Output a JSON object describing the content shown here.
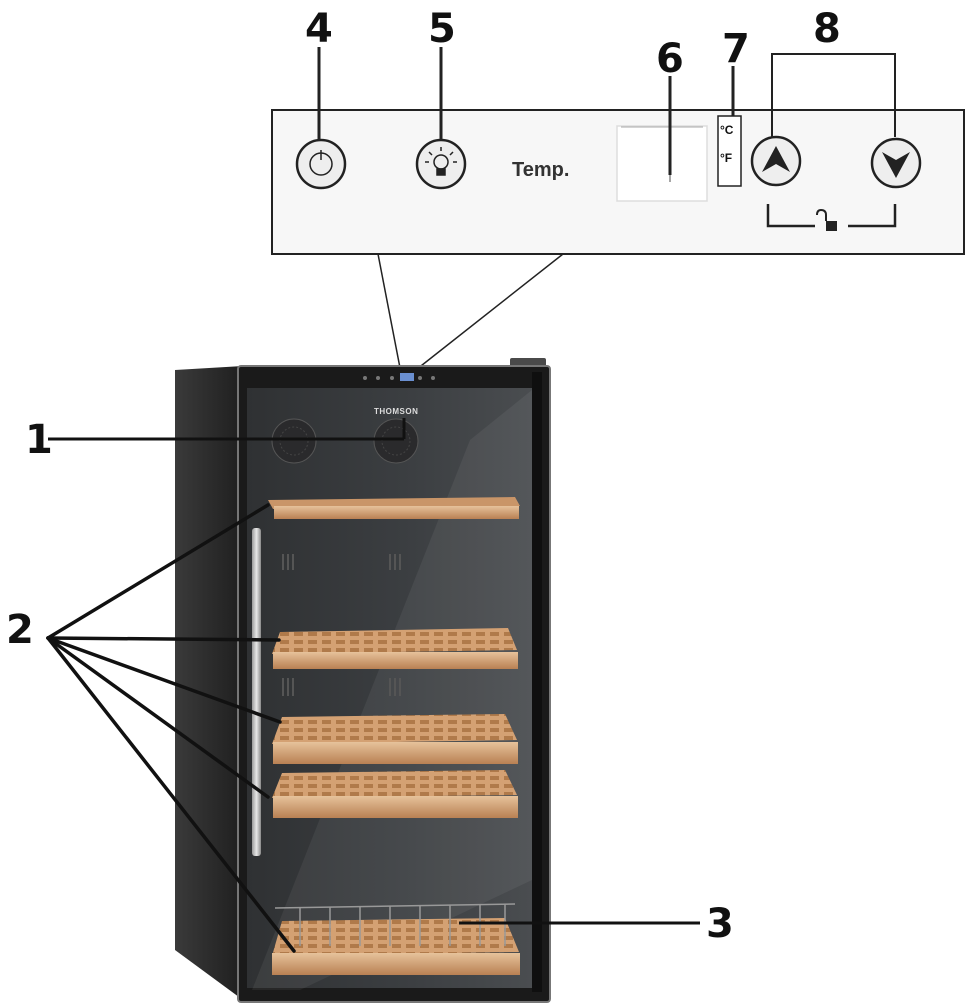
{
  "callouts": {
    "c1": "1",
    "c2": "2",
    "c3": "3",
    "c4": "4",
    "c5": "5",
    "c6": "6",
    "c7": "7",
    "c8": "8"
  },
  "panel": {
    "temp_label": "Temp.",
    "unit_c": "°C",
    "unit_f": "°F",
    "icons": [
      "power-icon",
      "light-bulb-icon",
      "arrow-up-icon",
      "arrow-down-icon",
      "unlock-icon"
    ]
  },
  "fridge": {
    "brand": "THOMSON"
  },
  "colors": {
    "wood": "#d7a77c",
    "wood_dark": "#a8703f",
    "cabinet": "#2b2b2b",
    "glass": "#3a3c3e",
    "panel_bg": "#f2f2f2"
  }
}
